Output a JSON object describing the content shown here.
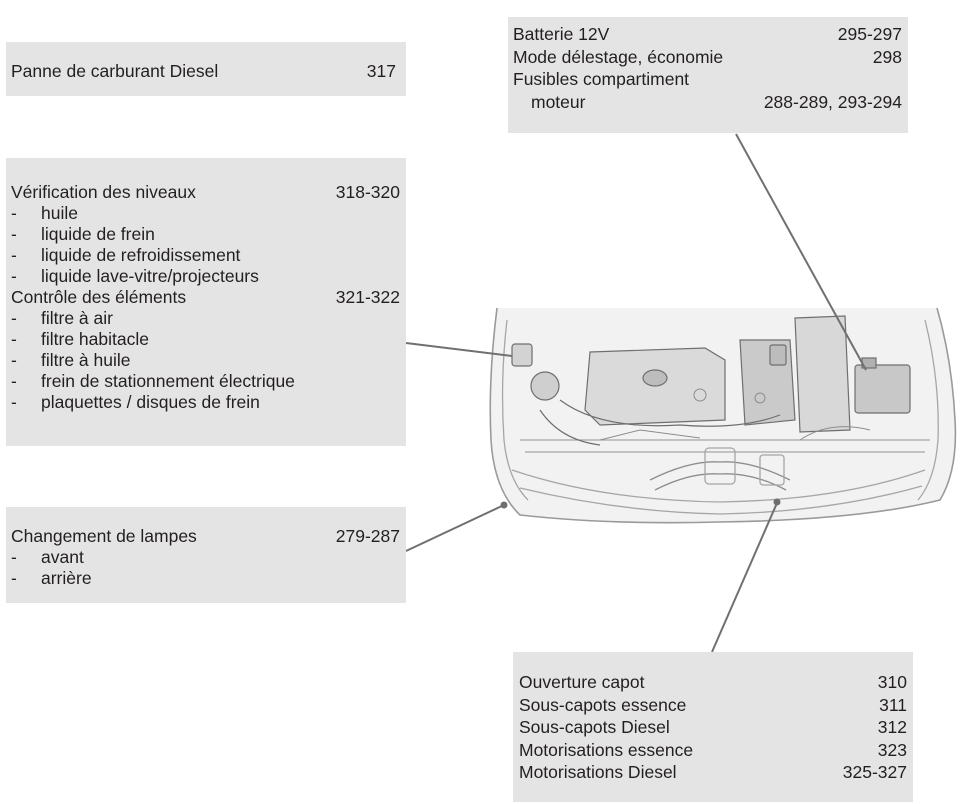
{
  "boxes": {
    "fuel": {
      "rows": [
        {
          "label": "Panne de carburant Diesel",
          "pages": "317"
        }
      ]
    },
    "battery": {
      "rows": [
        {
          "label": "Batterie 12V",
          "pages": "295-297"
        },
        {
          "label": "Mode délestage, économie",
          "pages": "298"
        }
      ],
      "fuses_line1": "Fusibles compartiment",
      "fuses_line2_label": "moteur",
      "fuses_line2_pages": "288-289, 293-294"
    },
    "checks": {
      "levels": {
        "label": "Vérification des niveaux",
        "pages": "318-320"
      },
      "levels_items": [
        "huile",
        "liquide de frein",
        "liquide de refroidissement",
        "liquide lave-vitre/projecteurs"
      ],
      "elements": {
        "label": "Contrôle des éléments",
        "pages": "321-322"
      },
      "elements_items": [
        "filtre à air",
        "filtre habitacle",
        "filtre à huile",
        "frein de stationnement électrique",
        "plaquettes / disques de frein"
      ],
      "dash": "-"
    },
    "lamps": {
      "title": {
        "label": "Changement de lampes",
        "pages": "279-287"
      },
      "items": [
        "avant",
        "arrière"
      ],
      "dash": "-"
    },
    "hood": {
      "rows": [
        {
          "label": "Ouverture capot",
          "pages": "310"
        },
        {
          "label": "Sous-capots essence",
          "pages": "311"
        },
        {
          "label": "Sous-capots Diesel",
          "pages": "312"
        },
        {
          "label": "Motorisations essence",
          "pages": "323"
        },
        {
          "label": "Motorisations Diesel",
          "pages": "325-327"
        }
      ]
    }
  },
  "colors": {
    "box_bg": "#e4e4e4",
    "leader": "#707070",
    "text": "#231f20"
  },
  "illustration": {
    "icon": "engine-compartment-illustration"
  }
}
